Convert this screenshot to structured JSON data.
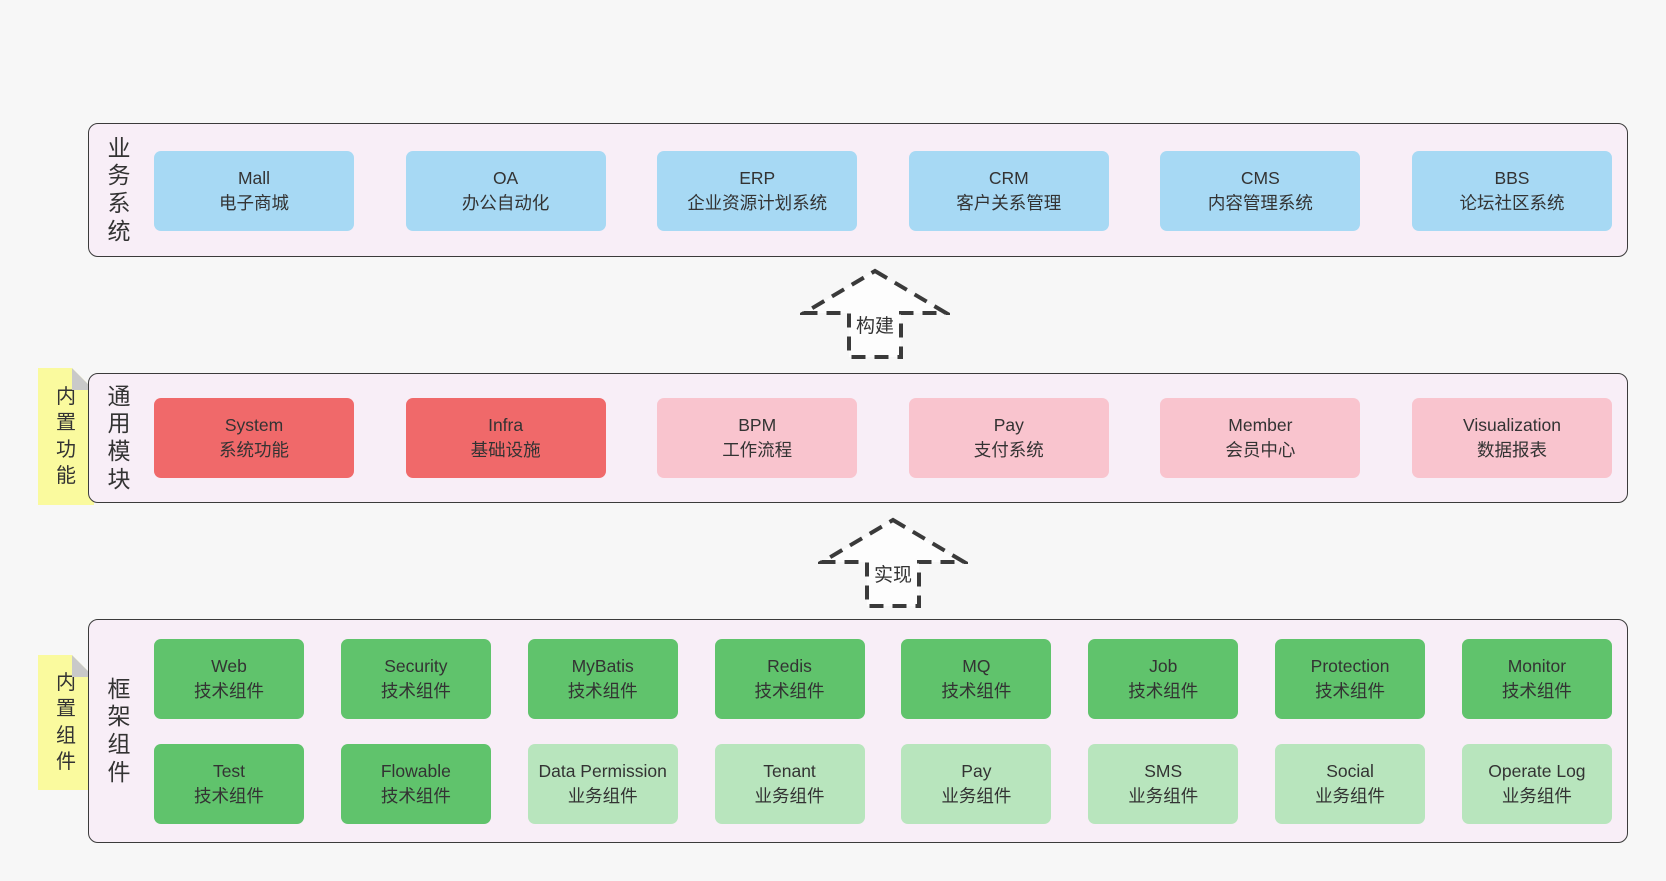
{
  "colors": {
    "page_bg": "#f7f7f7",
    "panel_bg": "#f8eef7",
    "panel_border": "#3b3b3b",
    "blue": "#a7d9f4",
    "red": "#f0696a",
    "pink": "#f9c4ce",
    "green_dark": "#60c36c",
    "green_light": "#b8e5bd",
    "note_yellow": "#fafa9e",
    "note_fold_gray": "#c9c9c9",
    "text": "#333333"
  },
  "arrows": {
    "build": "构建",
    "implement": "实现"
  },
  "business": {
    "label": "业务系统",
    "boxes": [
      {
        "title": "Mall",
        "subtitle": "电子商城"
      },
      {
        "title": "OA",
        "subtitle": "办公自动化"
      },
      {
        "title": "ERP",
        "subtitle": "企业资源计划系统"
      },
      {
        "title": "CRM",
        "subtitle": "客户关系管理"
      },
      {
        "title": "CMS",
        "subtitle": "内容管理系统"
      },
      {
        "title": "BBS",
        "subtitle": "论坛社区系统"
      }
    ]
  },
  "modules": {
    "label": "通用模块",
    "note": "内置功能",
    "boxes": [
      {
        "title": "System",
        "subtitle": "系统功能"
      },
      {
        "title": "Infra",
        "subtitle": "基础设施"
      },
      {
        "title": "BPM",
        "subtitle": "工作流程"
      },
      {
        "title": "Pay",
        "subtitle": "支付系统"
      },
      {
        "title": "Member",
        "subtitle": "会员中心"
      },
      {
        "title": "Visualization",
        "subtitle": "数据报表"
      }
    ]
  },
  "components": {
    "label": "框架组件",
    "note": "内置组件",
    "row1": [
      {
        "title": "Web",
        "subtitle": "技术组件"
      },
      {
        "title": "Security",
        "subtitle": "技术组件"
      },
      {
        "title": "MyBatis",
        "subtitle": "技术组件"
      },
      {
        "title": "Redis",
        "subtitle": "技术组件"
      },
      {
        "title": "MQ",
        "subtitle": "技术组件"
      },
      {
        "title": "Job",
        "subtitle": "技术组件"
      },
      {
        "title": "Protection",
        "subtitle": "技术组件"
      },
      {
        "title": "Monitor",
        "subtitle": "技术组件"
      }
    ],
    "row2": [
      {
        "title": "Test",
        "subtitle": "技术组件"
      },
      {
        "title": "Flowable",
        "subtitle": "技术组件"
      },
      {
        "title": "Data Permission",
        "subtitle": "业务组件"
      },
      {
        "title": "Tenant",
        "subtitle": "业务组件"
      },
      {
        "title": "Pay",
        "subtitle": "业务组件"
      },
      {
        "title": "SMS",
        "subtitle": "业务组件"
      },
      {
        "title": "Social",
        "subtitle": "业务组件"
      },
      {
        "title": "Operate Log",
        "subtitle": "业务组件"
      }
    ]
  }
}
